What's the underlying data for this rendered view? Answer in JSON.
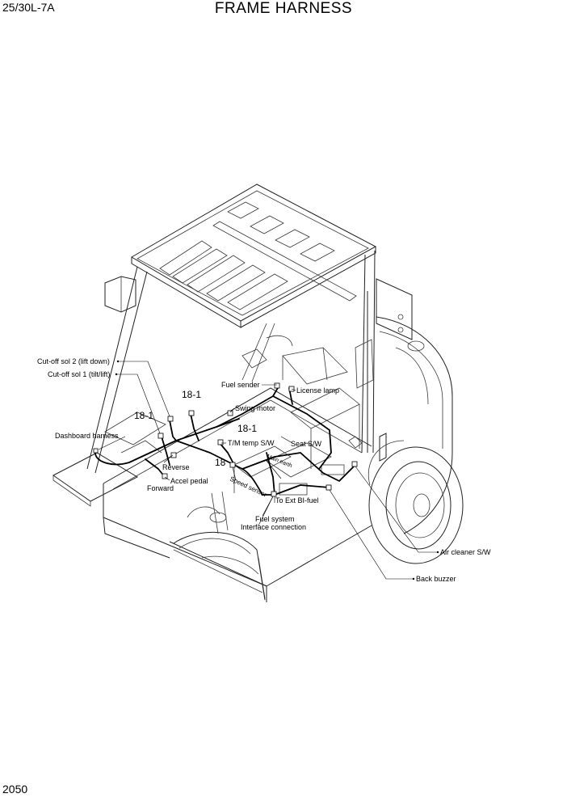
{
  "header": {
    "model": "25/30L-7A",
    "title": "FRAME HARNESS"
  },
  "footer": {
    "page_number": "2050"
  },
  "callouts": {
    "cutoff_sol2": "Cut-off sol 2 (lift down)",
    "cutoff_sol1": "Cut-off sol 1 (tilt/lift)",
    "dashboard_harness": "Dashboard harness",
    "ref_18_1_left": "18-1",
    "ref_18_1_top": "18-1",
    "ref_18_1_mid": "18-1",
    "ref_18": "18",
    "fuel_sender": "Fuel sender",
    "license_lamp": "License lamp",
    "swing_motor": "Swing motor",
    "tm_temp_sw": "T/M temp S/W",
    "seat_sw": "Seat S/W",
    "reverse": "Reverse",
    "accel_pedal": "Accel pedal",
    "forward": "Forward",
    "speed_sensor": "Speed sensor",
    "main_earth": "Main earth",
    "to_ext_bi_fuel": "To Ext BI-fuel",
    "fuel_system": "Fuel system",
    "interface_connection": "Interface connection",
    "air_cleaner_sw": "Air cleaner S/W",
    "back_buzzer": "Back buzzer"
  }
}
